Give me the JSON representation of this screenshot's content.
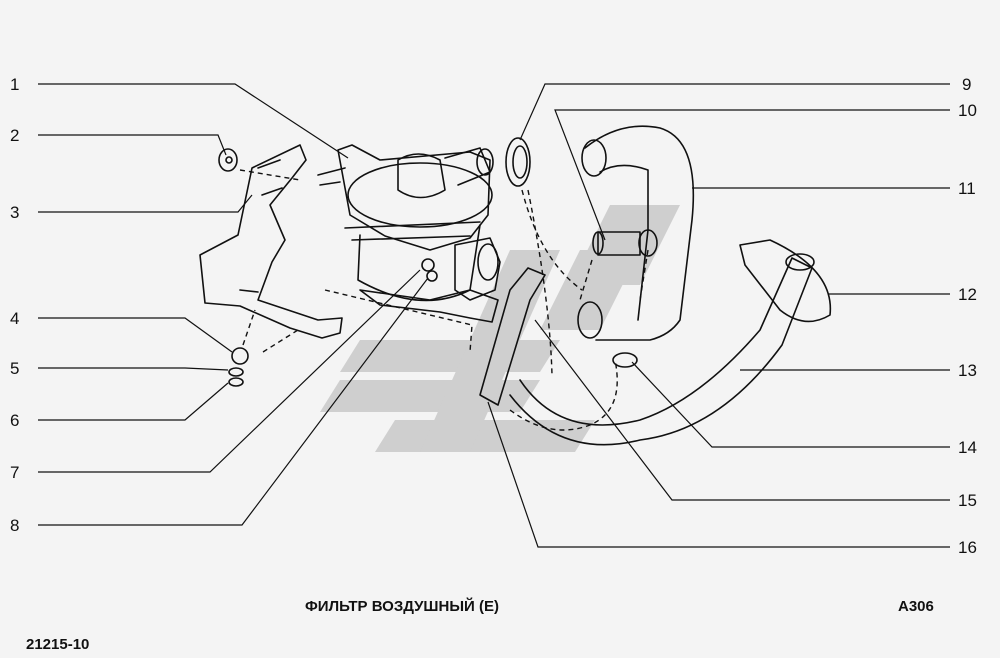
{
  "title": "ФИЛЬТР ВОЗДУШНЫЙ (Е)",
  "diagram_code": "А306",
  "catalog_number": "21215-10",
  "callouts": {
    "left": [
      "1",
      "2",
      "3",
      "4",
      "5",
      "6",
      "7",
      "8"
    ],
    "right": [
      "9",
      "10",
      "11",
      "12",
      "13",
      "14",
      "15",
      "16"
    ]
  },
  "colors": {
    "ink": "#111111",
    "paper": "#f4f4f4",
    "watermark": "#c8c8c8"
  },
  "watermark_icon": "gear-stripes-logo-icon"
}
